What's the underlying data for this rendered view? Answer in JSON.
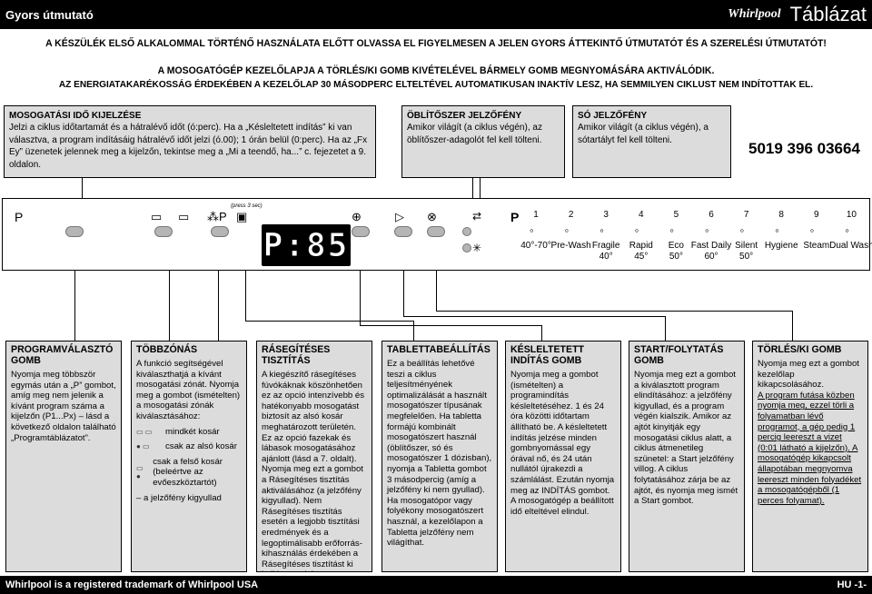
{
  "header": {
    "title": "Gyors útmutató",
    "brand": "Whirlpool",
    "table": "Táblázat"
  },
  "warnings": {
    "line1": "A KÉSZÜLÉK ELSŐ ALKALOMMAL TÖRTÉNŐ HASZNÁLATA ELŐTT OLVASSA EL FIGYELMESEN A JELEN GYORS ÁTTEKINTŐ ÚTMUTATÓT ÉS A SZERELÉSI ÚTMUTATÓT!",
    "line2": "A MOSOGATÓGÉP KEZELŐLAPJA A TÖRLÉS/KI GOMB KIVÉTELÉVEL BÁRMELY GOMB MEGNYOMÁSÁRA AKTIVÁLÓDIK.",
    "line3": "AZ ENERGIATAKARÉKOSSÁG ÉRDEKÉBEN A KEZELŐLAP 30 MÁSODPERC ELTELTÉVEL AUTOMATIKUSAN INAKTÍV LESZ, HA SEMMILYEN CIKLUST NEM INDÍTOTTAK EL."
  },
  "top_boxes": {
    "time": {
      "title": "MOSOGATÁSI IDŐ KIJELZÉSE",
      "text": "Jelzi a ciklus időtartamát és a hátralévő időt (ó:perc). Ha a „Késleltetett indítás” ki van választva, a program indításáig hátralévő időt jelzi (ó.00); 1 órán belül (0:perc). Ha az „Fx Ey” üzenetek jelennek meg a kijelzőn, tekintse meg a „Mi a teendő, ha...” c. fejezetet a 9. oldalon."
    },
    "rinse": {
      "title": "ÖBLÍTŐSZER JELZŐFÉNY",
      "text": "Amikor világít (a ciklus végén), az öblítőszer-adagolót fel kell tölteni."
    },
    "salt": {
      "title": "SÓ JELZŐFÉNY",
      "text": "Amikor világít (a ciklus végén), a sótartályt fel kell tölteni."
    },
    "code": "5019 396 03664"
  },
  "panel": {
    "p_label": "P",
    "press3": "(press 3 sec)",
    "display": "P:85",
    "programs": [
      {
        "num": "1",
        "name": "40°-70°",
        "temp": ""
      },
      {
        "num": "2",
        "name": "Pre-Wash",
        "temp": ""
      },
      {
        "num": "3",
        "name": "Fragile",
        "temp": "40°"
      },
      {
        "num": "4",
        "name": "Rapid",
        "temp": "45°"
      },
      {
        "num": "5",
        "name": "Eco",
        "temp": "50°"
      },
      {
        "num": "6",
        "name": "Fast Daily",
        "temp": "60°"
      },
      {
        "num": "7",
        "name": "Silent",
        "temp": "50°"
      },
      {
        "num": "8",
        "name": "Hygiene",
        "temp": ""
      },
      {
        "num": "9",
        "name": "Steam",
        "temp": ""
      },
      {
        "num": "10",
        "name": "Dual Wash",
        "temp": ""
      }
    ]
  },
  "bottom_boxes": [
    {
      "title": "PROGRAMVÁLASZTÓ GOMB",
      "text": "Nyomja meg többször egymás után a „P” gombot, amíg meg nem jelenik a kívánt program száma a kijelzőn (P1...Px) – lásd a következő oldalon található „Programtáblázatot”."
    },
    {
      "title": "TÖBBZÓNÁS",
      "text": "A funkció segítségével kiválaszthatjá a kívánt mosogatási zónát. Nyomja meg a gombot (ismételten) a mosogatási zónák kiválasztásához:",
      "opts": [
        "mindkét kosár",
        "csak az alsó kosár",
        "csak a felső kosár (beleértve az evőeszköztartót)",
        "– a jelzőfény kigyullad"
      ]
    },
    {
      "title": "RÁSEGÍTÉSES TISZTÍTÁS",
      "text": "A kiegészítő rásegítéses fúvókáknak köszönhetően ez az opció intenzívebb és hatékonyabb mosogatást biztosít az alsó kosár meghatározott területén. Ez az opció fazekak és lábasok mosogatásához ajánlott (lásd a 7. oldalt). Nyomja meg ezt a gombot a Rásegítéses tisztítás aktiválásához (a jelzőfény kigyullad). Nem Rásegítéses tisztítás esetén a legjobb tisztítási eredmények és a legoptimálisabb erőforrás-kihasználás érdekében a Rásegítéses tisztítást ki kell kapcsolni."
    },
    {
      "title": "TABLETTABEÁLLÍTÁS",
      "text": "Ez a beállítás lehetővé teszi a ciklus teljesítményének optimalizálását a használt mosogatószer típusának megfelelően. Ha tabletta formájú kombinált mosogatószert használ (öblítőszer, só és mosogatószer 1 dózisban), nyomja a Tabletta gombot 3 másodpercig (amíg a jelzőfény ki nem gyullad). Ha mosogatópor vagy folyékony mosogatószert használ, a kezelőlapon a Tabletta jelzőfény nem világíthat."
    },
    {
      "title": "KÉSLELTETETT INDÍTÁS GOMB",
      "text": "Nyomja meg a gombot (ismételten) a programindítás késleltetéséhez. 1 és 24 óra közötti időtartam állítható be. A késleltetett indítás jelzése minden gombnyomással egy órával nő, és 24 után nullától újrakezdi a számlálást. Ezután nyomja meg az INDÍTÁS gombot. A mosogatógép a beállított idő elteltével elindul."
    },
    {
      "title": "START/FOLYTATÁS GOMB",
      "text": "Nyomja meg ezt a gombot a kiválasztott program elindításához: a jelzőfény kigyullad, és a program végén kialszik. Amikor az ajtót kinyitják egy mosogatási ciklus alatt, a ciklus átmenetileg szünetel: a Start jelzőfény villog. A ciklus folytatásához zárja be az ajtót, és nyomja meg ismét a Start gombot."
    },
    {
      "title": "TÖRLÉS/KI GOMB",
      "text": "Nyomja meg ezt a gombot kezelőlap kikapcsolásához.",
      "text_u": "A program futása közben nyomja meg, ezzel törli a folyamatban lévő programot, a gép pedig 1 percig leereszt a vizet (0:01 látható a kijelzőn). A mosogatógép kikapcsolt állapotában megnyomva leereszt minden folyadéket a mosogatógépből (1 perces folyamat)."
    }
  ],
  "footer": {
    "left": "Whirlpool is a registered trademark of Whirlpool USA",
    "right": "HU -1-"
  }
}
